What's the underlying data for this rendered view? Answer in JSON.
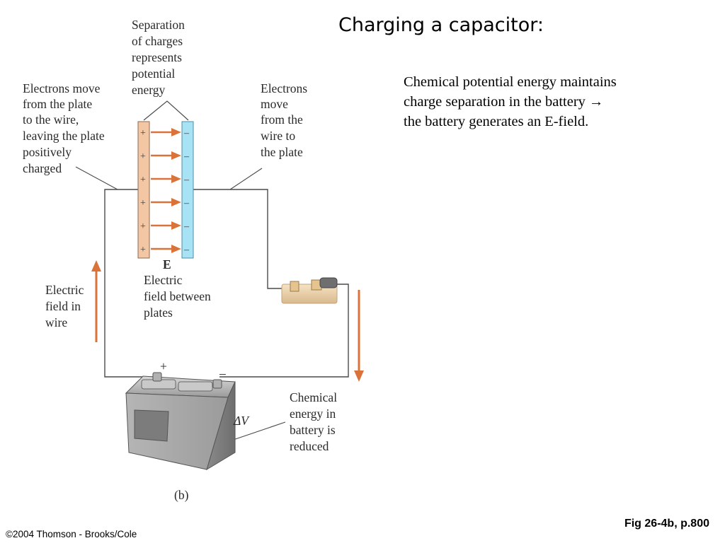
{
  "slide": {
    "title": "Charging a capacitor:",
    "body_lines": [
      "Chemical potential energy maintains",
      "charge separation in the battery →",
      "the battery generates an E-field."
    ],
    "figure_ref": "Fig 26-4b, p.800",
    "copyright": "©2004 Thomson - Brooks/Cole"
  },
  "diagram": {
    "separation_label": [
      "Separation",
      "of charges",
      "represents",
      "potential",
      "energy"
    ],
    "left_plate_label": [
      "Electrons move",
      "from the plate",
      "to the wire,",
      "leaving the plate",
      "positively",
      "charged"
    ],
    "right_plate_label": [
      "Electrons",
      "move",
      "from the",
      "wire to",
      "the plate"
    ],
    "field_symbol": "E",
    "field_between_label": [
      "Electric",
      "field between",
      "plates"
    ],
    "field_in_wire_label": [
      "Electric",
      "field in",
      "wire"
    ],
    "battery_label": [
      "Chemical",
      "energy in",
      "battery is",
      "reduced"
    ],
    "delta_v": "ΔV",
    "plus_sign": "+",
    "minus_sign": "–",
    "figure_letter": "(b)",
    "positive_plate_charges": [
      "+",
      "+",
      "+",
      "+",
      "+",
      "+"
    ],
    "negative_plate_charges": [
      "–",
      "–",
      "–",
      "–",
      "–",
      "–"
    ],
    "colors": {
      "positive_plate": "#f3c6a4",
      "negative_plate": "#a7e2f5",
      "arrow": "#d9733a",
      "wire": "#4a4a4a",
      "battery_body": "#a9a9a9"
    }
  }
}
